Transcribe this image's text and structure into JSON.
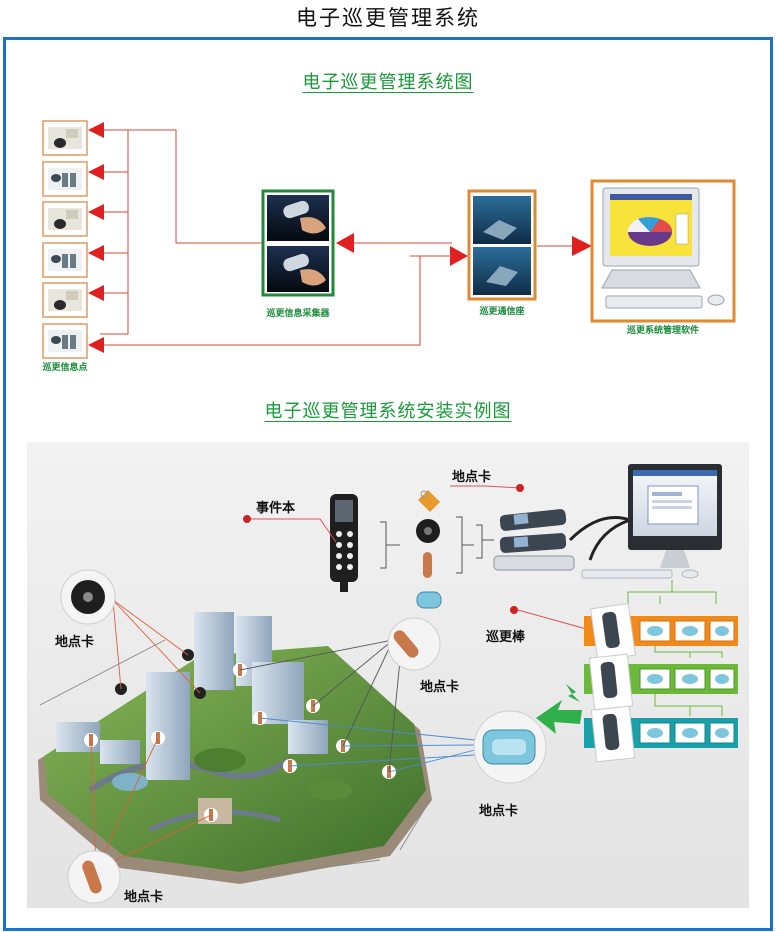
{
  "page_title": "电子巡更管理系统",
  "section1": {
    "title": "电子巡更管理系统图",
    "labels": {
      "checkpoint": "巡更信息点",
      "collector": "巡更信息采集器",
      "dock": "巡更通信座",
      "software": "巡更系统管理软件"
    }
  },
  "section2": {
    "title": "电子巡更管理系统安装实例图",
    "labels": {
      "event_book": "事件本",
      "location_card_top": "地点卡",
      "patrol_stick": "巡更棒",
      "location_card_left": "地点卡",
      "location_card_mid": "地点卡",
      "location_card_right": "地点卡",
      "location_card_bottom": "地点卡"
    }
  },
  "colors": {
    "frame": "#1a73c8",
    "section_title": "#1a9a3a",
    "arrow": "#e02020",
    "line": "#d34a3a",
    "orange_row": "#f08a1a",
    "green_row": "#6cb83a",
    "teal_row": "#1aa0a8"
  }
}
